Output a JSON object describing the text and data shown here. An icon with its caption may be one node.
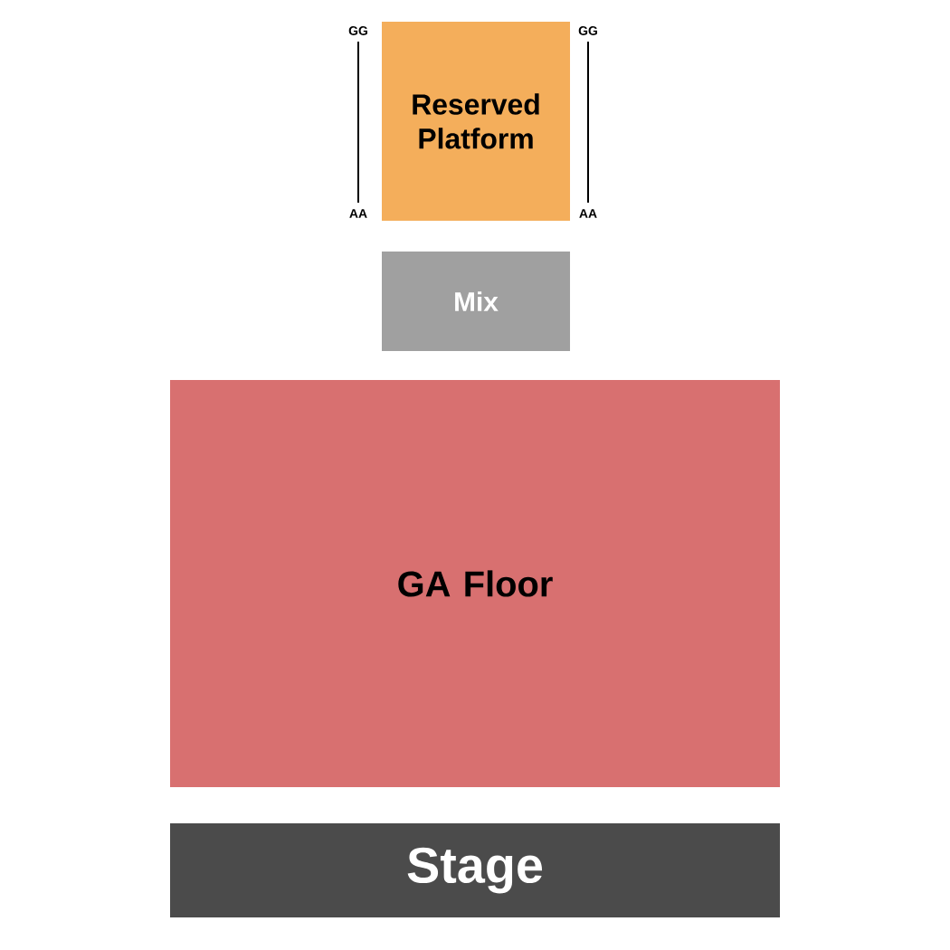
{
  "diagram": {
    "nodes": [
      {
        "text": [
          "Reserved Platform"
        ]
      },
      {
        "text": [
          "Mix"
        ]
      },
      {
        "text": [
          "GA Floor"
        ]
      },
      {
        "text": [
          "Stage"
        ]
      }
    ],
    "labels": [
      "GG",
      "AA",
      "GG",
      "AA"
    ]
  }
}
